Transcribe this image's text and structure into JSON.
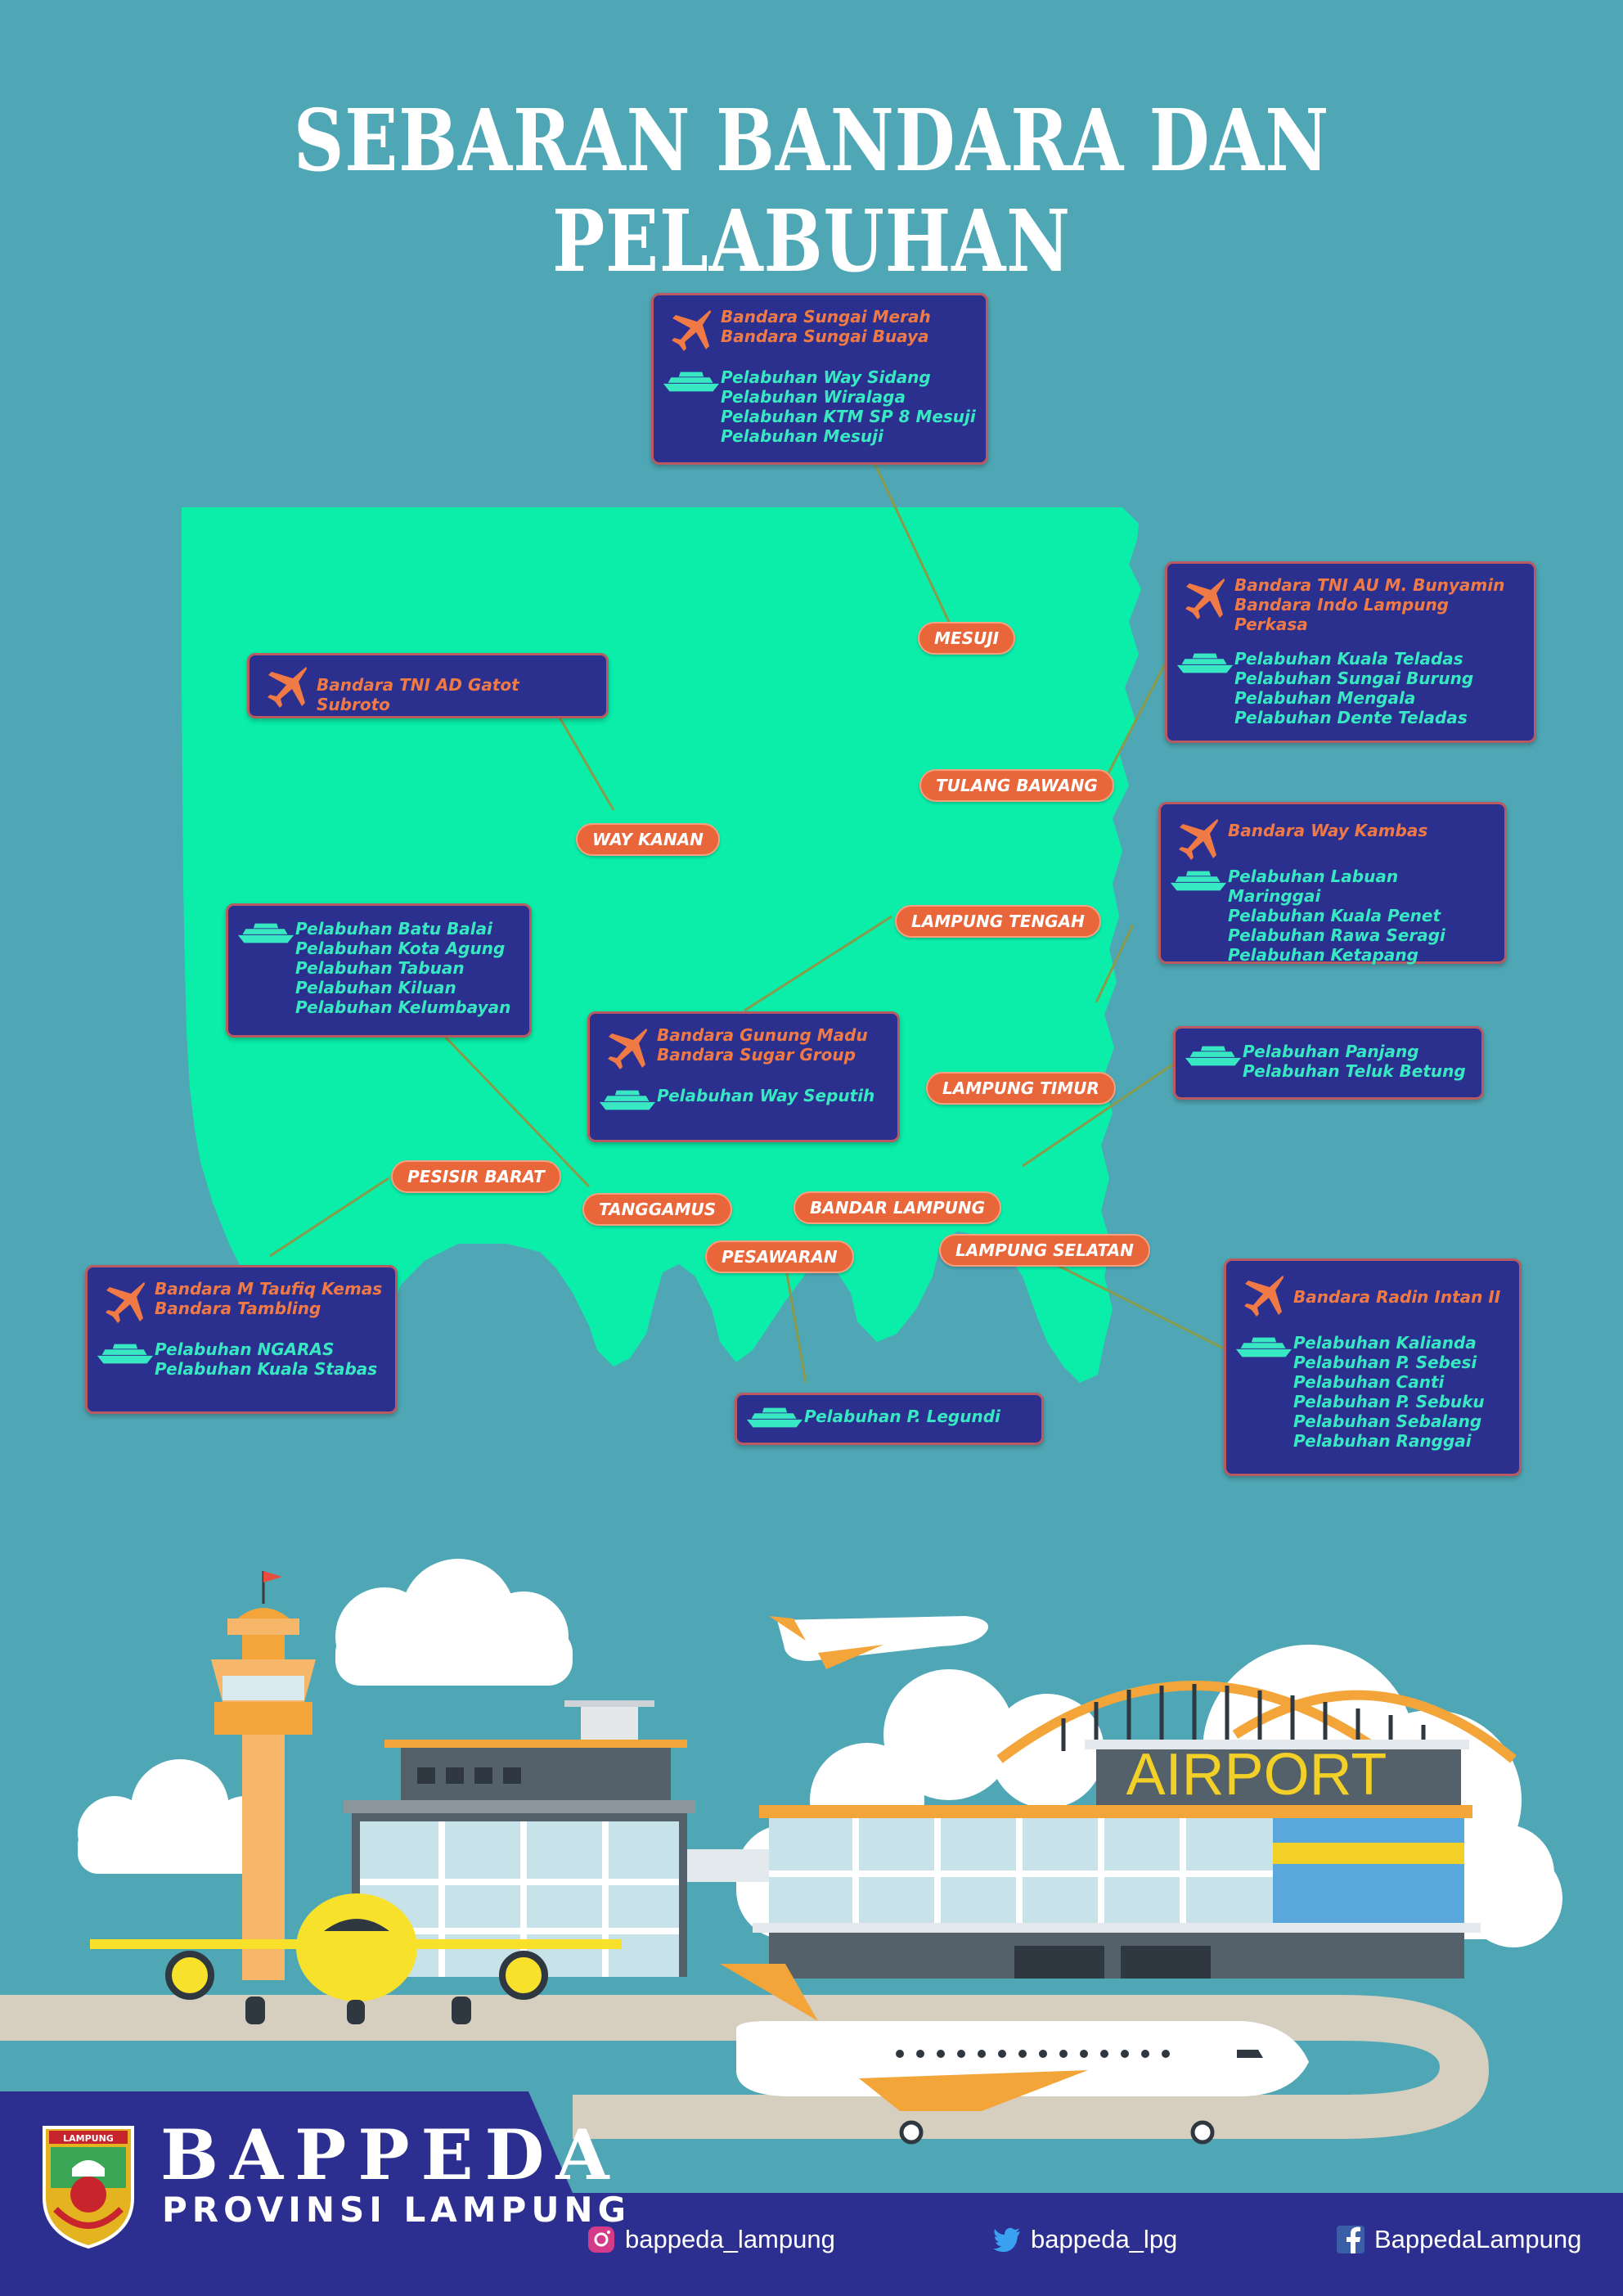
{
  "title": "SEBARAN BANDARA DAN PELABUHAN",
  "colors": {
    "background": "#4fa7b5",
    "land": "#0aeeaa",
    "card": "#2b2f8e",
    "airport_text": "#f07a45",
    "port_text": "#38e8c2",
    "region_label": "#e8663a",
    "footer": "#2c2f8f"
  },
  "icons": {
    "airport": "airplane-icon",
    "port": "ship-icon"
  },
  "regions": {
    "mesuji": "MESUJI",
    "tulang_bawang": "TULANG BAWANG",
    "way_kanan": "WAY KANAN",
    "lampung_tengah": "LAMPUNG TENGAH",
    "lampung_timur": "LAMPUNG TIMUR",
    "pesisir_barat": "PESISIR BARAT",
    "tanggamus": "TANGGAMUS",
    "bandar_lampung": "BANDAR LAMPUNG",
    "pesawaran": "PESAWARAN",
    "lampung_selatan": "LAMPUNG SELATAN"
  },
  "cards": {
    "mesuji": {
      "airports": [
        "Bandara Sungai Merah",
        "Bandara Sungai Buaya"
      ],
      "ports": [
        "Pelabuhan Way Sidang",
        "Pelabuhan Wiralaga",
        "Pelabuhan KTM SP 8 Mesuji",
        "Pelabuhan Mesuji"
      ]
    },
    "tulang_bawang": {
      "airports": [
        "Bandara TNI AU M. Bunyamin",
        "Bandara Indo Lampung Perkasa"
      ],
      "ports": [
        "Pelabuhan Kuala Teladas",
        "Pelabuhan Sungai Burung",
        "Pelabuhan Mengala",
        "Pelabuhan Dente Teladas"
      ]
    },
    "way_kanan": {
      "airports": [
        "Bandara TNI AD Gatot Subroto"
      ]
    },
    "lampung_timur": {
      "airports": [
        "Bandara Way Kambas"
      ],
      "ports": [
        "Pelabuhan Labuan Maringgai",
        "Pelabuhan Kuala Penet",
        "Pelabuhan Rawa Seragi",
        "Pelabuhan Ketapang"
      ]
    },
    "tanggamus": {
      "ports": [
        "Pelabuhan Batu Balai",
        "Pelabuhan Kota Agung",
        "Pelabuhan Tabuan",
        "Pelabuhan Kiluan",
        "Pelabuhan Kelumbayan"
      ]
    },
    "lampung_tengah": {
      "airports": [
        "Bandara Gunung Madu",
        "Bandara Sugar Group"
      ],
      "ports": [
        "Pelabuhan Way Seputih"
      ]
    },
    "bandar_lampung": {
      "ports": [
        "Pelabuhan Panjang",
        "Pelabuhan Teluk Betung"
      ]
    },
    "pesisir_barat": {
      "airports": [
        "Bandara M Taufiq Kemas",
        "Bandara Tambling"
      ],
      "ports": [
        "Pelabuhan NGARAS",
        "Pelabuhan Kuala Stabas"
      ]
    },
    "pesawaran": {
      "ports": [
        "Pelabuhan P. Legundi"
      ]
    },
    "lampung_selatan": {
      "airports": [
        "Bandara Radin Intan II"
      ],
      "ports": [
        "Pelabuhan Kalianda",
        "Pelabuhan P. Sebesi",
        "Pelabuhan Canti",
        "Pelabuhan P. Sebuku",
        "Pelabuhan Sebalang",
        "Pelabuhan Ranggai"
      ]
    }
  },
  "illustration": {
    "terminal_sign": "AIRPORT"
  },
  "footer": {
    "logo_text": "LAMPUNG",
    "brand": "BAPPEDA",
    "brand_sub": "PROVINSI LAMPUNG",
    "instagram": "bappeda_lampung",
    "twitter": "bappeda_lpg",
    "facebook": "BappedaLampung"
  }
}
